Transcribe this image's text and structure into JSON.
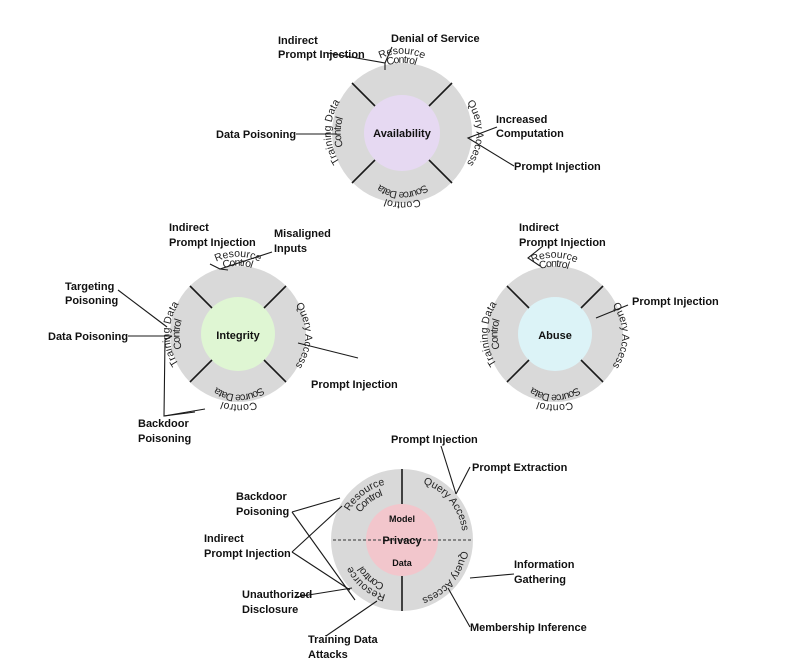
{
  "colors": {
    "ring": "#d9d9d9",
    "availability": "#e6d9f2",
    "integrity": "#dff6d3",
    "abuse": "#dcf3f7",
    "privacy": "#f2c6cc"
  },
  "segments": {
    "resource_control": [
      "Resource",
      "Control"
    ],
    "query_access": "Query Access",
    "source_data_control": [
      "Source Data",
      "Control"
    ],
    "training_data_control": [
      "Training Data",
      "Control"
    ]
  },
  "availability": {
    "title": "Availability",
    "labels": {
      "indirect_prompt_injection": [
        "Indirect",
        "Prompt Injection"
      ],
      "denial_of_service": "Denial of Service",
      "increased_computation": [
        "Increased",
        "Computation"
      ],
      "prompt_injection": "Prompt Injection",
      "data_poisoning": "Data Poisoning"
    }
  },
  "integrity": {
    "title": "Integrity",
    "labels": {
      "indirect_prompt_injection": [
        "Indirect",
        "Prompt Injection"
      ],
      "misaligned_inputs": [
        "Misaligned",
        "Inputs"
      ],
      "targeting_poisoning": [
        "Targeting",
        "Poisoning"
      ],
      "data_poisoning": "Data Poisoning",
      "prompt_injection": "Prompt Injection",
      "backdoor_poisoning": [
        "Backdoor",
        "Poisoning"
      ]
    }
  },
  "abuse": {
    "title": "Abuse",
    "labels": {
      "indirect_prompt_injection": [
        "Indirect",
        "Prompt Injection"
      ],
      "prompt_injection": "Prompt Injection"
    }
  },
  "privacy": {
    "title": "Privacy",
    "model": "Model",
    "data": "Data",
    "labels": {
      "prompt_injection": "Prompt Injection",
      "prompt_extraction": "Prompt Extraction",
      "backdoor_poisoning": [
        "Backdoor",
        "Poisoning"
      ],
      "indirect_prompt_injection": [
        "Indirect",
        "Prompt Injection"
      ],
      "information_gathering": [
        "Information",
        "Gathering"
      ],
      "unauthorized_disclosure": [
        "Unauthorized",
        "Disclosure"
      ],
      "membership_inference": "Membership Inference",
      "training_data_attacks": [
        "Training Data",
        "Attacks"
      ]
    }
  }
}
